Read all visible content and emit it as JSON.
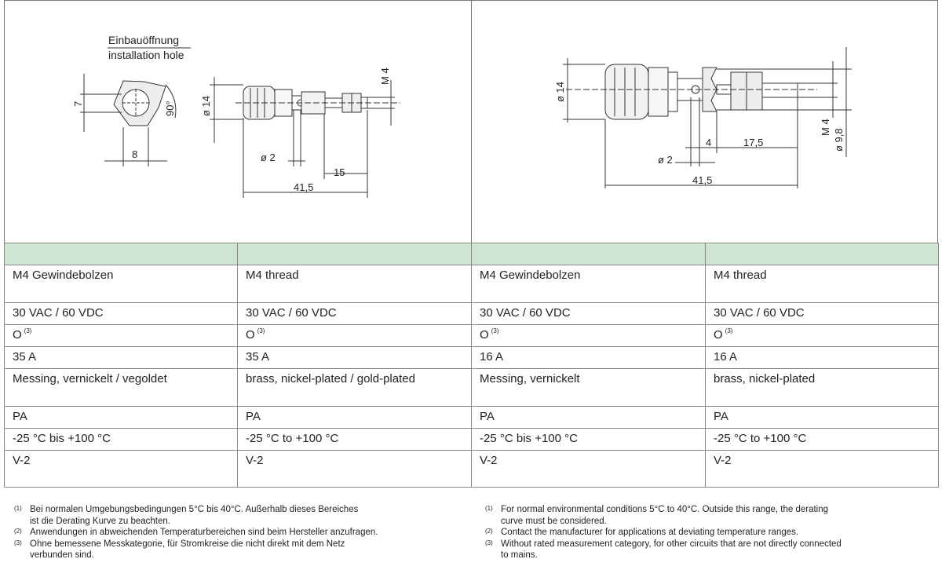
{
  "drawings": {
    "left": {
      "hole_label_de": "Einbauöffnung",
      "hole_label_en": "installation hole",
      "dim_hole_flat": "7",
      "dim_hole_width": "8",
      "dim_angle": "90°",
      "dim_head_dia": "ø 14",
      "dim_thread": "M 4",
      "dim_hole_dia": "ø 2",
      "dim_thread_len": "15",
      "dim_total_len": "41,5"
    },
    "right": {
      "dim_head_dia": "ø 14",
      "dim_thread": "M 4",
      "dim_thread_outer": "ø 9,8",
      "dim_hole_pos": "4",
      "dim_thread_len": "17,5",
      "dim_hole_dia": "ø 2",
      "dim_total_len": "41,5"
    }
  },
  "table": {
    "rows": [
      {
        "id": "connection",
        "cells": [
          "M4 Gewindebolzen",
          "M4 thread",
          "M4 Gewindebolzen",
          "M4 thread"
        ]
      },
      {
        "id": "voltage",
        "cells": [
          "30 VAC / 60 VDC",
          "30 VAC / 60 VDC",
          "30 VAC / 60 VDC",
          "30 VAC / 60 VDC"
        ]
      },
      {
        "id": "category",
        "cells": [
          "O",
          "O",
          "O",
          "O"
        ],
        "sup": "(3)"
      },
      {
        "id": "current",
        "cells": [
          "35 A",
          "35 A",
          "16 A",
          "16 A"
        ]
      },
      {
        "id": "material",
        "cells": [
          "Messing, vernickelt / vegoldet",
          "brass, nickel-plated / gold-plated",
          "Messing, vernickelt",
          "brass, nickel-plated"
        ]
      },
      {
        "id": "insulation",
        "cells": [
          "PA",
          "PA",
          "PA",
          "PA"
        ]
      },
      {
        "id": "temperature",
        "cells": [
          "-25 °C bis +100 °C",
          "-25 °C to +100 °C",
          "-25 °C bis +100 °C",
          "-25 °C to +100 °C"
        ]
      },
      {
        "id": "flammability",
        "cells": [
          "V-2",
          "V-2",
          "V-2",
          "V-2"
        ]
      }
    ]
  },
  "footnotes": {
    "de": [
      {
        "num": "(1)",
        "text": "Bei normalen Umgebungsbedingungen 5°C bis 40°C. Außerhalb dieses Bereiches",
        "text2": "ist die Derating Kurve zu beachten."
      },
      {
        "num": "(2)",
        "text": "Anwendungen in abweichenden Temperaturbereichen sind beim Hersteller anzufragen.",
        "text2": ""
      },
      {
        "num": "(3)",
        "text": "Ohne bemessene Messkategorie, für Stromkreise die nicht direkt mit dem Netz",
        "text2": "verbunden sind."
      }
    ],
    "en": [
      {
        "num": "(1)",
        "text": "For normal environmental conditions 5°C to 40°C. Outside this range, the derating",
        "text2": "curve must be considered."
      },
      {
        "num": "(2)",
        "text": "Contact the manufacturer for applications at deviating temperature ranges.",
        "text2": ""
      },
      {
        "num": "(3)",
        "text": "Without rated measurement category, for other circuits that are not directly connected",
        "text2": "to mains."
      }
    ]
  }
}
